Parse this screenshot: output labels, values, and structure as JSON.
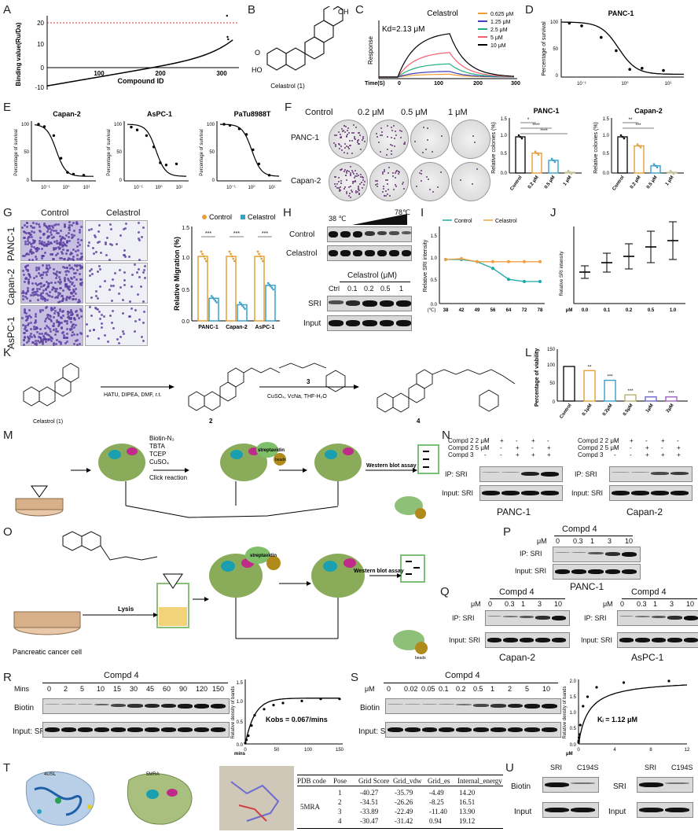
{
  "labels": {
    "A": "A",
    "B": "B",
    "C": "C",
    "D": "D",
    "E": "E",
    "F": "F",
    "G": "G",
    "H": "H",
    "I": "I",
    "J": "J",
    "K": "K",
    "L": "L",
    "M": "M",
    "N": "N",
    "O": "O",
    "P": "P",
    "Q": "Q",
    "R": "R",
    "S": "S",
    "T": "T",
    "U": "U"
  },
  "panelA": {
    "ylabel": "Binding value(Ru/Da)",
    "xlabel": "Compound ID",
    "yticks": [
      "20",
      "10",
      "0",
      "-10"
    ],
    "xticks": [
      "100",
      "200",
      "300"
    ]
  },
  "panelB": {
    "caption": "Celastrol (1)",
    "oh": "OH",
    "o": "O",
    "ho": "HO"
  },
  "panelC": {
    "title": "Celastrol",
    "kd": "Kd=2.13 μM",
    "ylabel": "Response",
    "xlabel": "Time(S)",
    "xticks": [
      "0",
      "100",
      "200",
      "300"
    ],
    "legend": [
      "0.625 μM",
      "1.25 μM",
      "2.5 μM",
      "5 μM",
      "10 μM"
    ],
    "colors": [
      "#f0a030",
      "#4040c0",
      "#20b080",
      "#f06070",
      "#000000"
    ]
  },
  "panelD": {
    "title": "PANC-1",
    "ylabel": "Percentage of survival",
    "yticks": [
      "100",
      "50",
      "0"
    ],
    "xticks": [
      "10⁻¹",
      "10⁰",
      "10¹"
    ]
  },
  "panelE": {
    "titles": [
      "Capan-2",
      "AsPC-1",
      "PaTu8988T"
    ],
    "ylabel": "Percentage of survival",
    "yticks": [
      "100",
      "50",
      "0"
    ],
    "xticks": [
      "10⁻¹",
      "10⁰",
      "10¹"
    ]
  },
  "panelF": {
    "cols": [
      "Control",
      "0.2 μM",
      "0.5 μM",
      "1 μM"
    ],
    "rows": [
      "PANC-1",
      "Capan-2"
    ],
    "chart1": {
      "title": "PANC-1",
      "ylabel": "Relative colonies (%)",
      "cats": [
        "Control",
        "0.2 μM",
        "0.5 μM",
        "1 μM"
      ],
      "sig": [
        "*",
        "****",
        "****"
      ]
    },
    "chart2": {
      "title": "Capan-2",
      "ylabel": "Relative colonies (%)",
      "cats": [
        "Control",
        "0.2 μM",
        "0.5 μM",
        "1 μM"
      ],
      "sig": [
        "**",
        "***"
      ]
    },
    "yticks": [
      "1.5",
      "1.0",
      "0.5",
      "0.0"
    ]
  },
  "panelG": {
    "cols": [
      "Control",
      "Celastrol"
    ],
    "rows": [
      "PANC-1",
      "Capan-2",
      "AsPC-1"
    ],
    "legend": [
      "Control",
      "Celastrol"
    ],
    "ylabel": "Relative Migration (%)",
    "cats": [
      "PANC-1",
      "Capan-2",
      "AsPC-1"
    ],
    "sig": [
      "***",
      "***",
      "***"
    ],
    "yticks": [
      "1.5",
      "1.0",
      "0.5",
      "0.0"
    ]
  },
  "panelH": {
    "temp_low": "38 ℃",
    "temp_high": "78℃",
    "rows_top": [
      "Control",
      "Celastrol"
    ],
    "conc_title": "Celastrol (μM)",
    "conc": [
      "Ctrl",
      "0.1",
      "0.2",
      "0.5",
      "1"
    ],
    "rows_bottom": [
      "SRI",
      "Input"
    ]
  },
  "panelI": {
    "legend": [
      "Control",
      "Celastrol"
    ],
    "ylabel": "Relative SRI intensity",
    "xticks": [
      "38",
      "42",
      "49",
      "56",
      "64",
      "72",
      "78"
    ],
    "xunit": "(℃)",
    "yticks": [
      "1.5",
      "1.0",
      "0.5",
      "0.0"
    ]
  },
  "panelJ": {
    "ylabel": "Relative SRI intensity",
    "xticks": [
      "0.0",
      "0.1",
      "0.2",
      "0.5",
      "1.0"
    ],
    "xunit": "μM"
  },
  "panelK": {
    "reagent1": "HATU, DIPEA, DMF, r.t.",
    "reagent2": "CuSO₄, VcNa, THF-H₂O",
    "cmp1": "Celastrol (1)",
    "cmp2": "2",
    "cmp3": "3",
    "cmp4": "4"
  },
  "panelL": {
    "ylabel": "Percentage of viability",
    "cats": [
      "Control",
      "0.1μM",
      "0.2μM",
      "0.5μM",
      "1μM",
      "2μM"
    ],
    "sig": [
      "**",
      "***",
      "***",
      "***",
      "***"
    ],
    "yticks": [
      "150",
      "100",
      "50",
      "0"
    ]
  },
  "panelM": {
    "reagents": [
      "Biotin-N₃",
      "TBTA",
      "TCEP",
      "CuSO₄"
    ],
    "click": "Click reaction",
    "strep": "streptavidin",
    "beads": "beads",
    "wb": "Western blot assay"
  },
  "panelN": {
    "rows_left": [
      "Compd 2 2 μM",
      "Compd 2 5 μM",
      "Compd 3"
    ],
    "rows_right": [
      "Compd 2 2 μM",
      "Compd 2 5 μM",
      "Compd 3"
    ],
    "blot": [
      "IP: SRI",
      "Input: SRI"
    ],
    "cells": [
      "PANC-1",
      "Capan-2"
    ]
  },
  "panelO": {
    "lysis": "Lysis",
    "cell": "Pancreatic cancer cell",
    "strep": "streptavidin",
    "wb": "Western blot assay",
    "beads": "beads"
  },
  "panelP": {
    "title": "Compd 4",
    "unit": "μM",
    "conc": [
      "0",
      "0.3",
      "1",
      "3",
      "10"
    ],
    "blot": [
      "IP: SRI",
      "Input: SRI"
    ],
    "cell": "PANC-1"
  },
  "panelQ": {
    "title": "Compd 4",
    "unit": "μM",
    "conc": [
      "0",
      "0.3",
      "1",
      "3",
      "10"
    ],
    "blot": [
      "IP: SRI",
      "Input: SRI"
    ],
    "cells": [
      "Capan-2",
      "AsPC-1"
    ]
  },
  "panelR": {
    "title": "Compd 4",
    "unit": "Mins",
    "times": [
      "0",
      "2",
      "5",
      "10",
      "15",
      "30",
      "45",
      "60",
      "90",
      "120",
      "150"
    ],
    "rows": [
      "Biotin",
      "Input: SRI"
    ],
    "kobs": "Kobs = 0.067/mins",
    "ylabel": "Relative density of bands",
    "xlabel": "mins",
    "xticks": [
      "0",
      "50",
      "100",
      "150"
    ],
    "yticks": [
      "1.5",
      "1.0",
      "0.5",
      "0.0"
    ]
  },
  "panelS": {
    "title": "Compd 4",
    "unit": "μM",
    "conc": [
      "0",
      "0.02",
      "0.05",
      "0.1",
      "0.2",
      "0.5",
      "1",
      "2",
      "5",
      "10"
    ],
    "rows": [
      "Biotin",
      "Input: SRI"
    ],
    "ki": "Kᵢ = 1.12 μM",
    "ylabel": "Relative density of bands",
    "xlabel": "μM",
    "xticks": [
      "0",
      "4",
      "8",
      "12"
    ],
    "yticks": [
      "2.0",
      "1.5",
      "1.0",
      "0.5",
      "0.0"
    ]
  },
  "panelT": {
    "struct1": "4USL",
    "struct2": "5MRA",
    "table": {
      "headers": [
        "PDB code",
        "Pose",
        "Grid Score",
        "Grid_vdw",
        "Grid_es",
        "Internal_energy"
      ],
      "code": "5MRA",
      "rows": [
        [
          "1",
          "-40.27",
          "-35.79",
          "-4.49",
          "14.20"
        ],
        [
          "2",
          "-34.51",
          "-26.26",
          "-8.25",
          "16.51"
        ],
        [
          "3",
          "-33.89",
          "-22.49",
          "-11.40",
          "13.90"
        ],
        [
          "4",
          "-30.47",
          "-31.42",
          "0.94",
          "19.12"
        ]
      ]
    }
  },
  "panelU": {
    "cols": [
      "SRI",
      "C194S"
    ],
    "rows_left": [
      "Biotin",
      "Input"
    ],
    "rows_right": [
      "SRI",
      "Input"
    ]
  },
  "chart_data": [
    {
      "type": "scatter",
      "title": "",
      "xlabel": "Compound ID",
      "ylabel": "Binding value(Ru/Da)",
      "xlim": [
        0,
        320
      ],
      "ylim": [
        -10,
        25
      ],
      "note": "sorted binding values of ~310 compounds, threshold line at 20"
    },
    {
      "type": "line",
      "title": "Celastrol",
      "xlabel": "Time(S)",
      "ylabel": "Response",
      "x": [
        0,
        120,
        240
      ],
      "series": [
        {
          "name": "0.625 μM",
          "peak": 0.3
        },
        {
          "name": "1.25 μM",
          "peak": 0.6
        },
        {
          "name": "2.5 μM",
          "peak": 1.4
        },
        {
          "name": "5 μM",
          "peak": 2.6
        },
        {
          "name": "10 μM",
          "peak": 4.6
        }
      ]
    },
    {
      "type": "scatter",
      "title": "PANC-1",
      "xlabel": "",
      "ylabel": "Percentage of survival",
      "x": [
        0.1,
        0.2,
        0.5,
        1,
        2,
        5,
        10
      ],
      "values": [
        98,
        93,
        70,
        45,
        12,
        15,
        10
      ]
    },
    {
      "type": "bar",
      "title": "PANC-1",
      "ylabel": "Relative colonies (%)",
      "categories": [
        "Control",
        "0.2 μM",
        "0.5 μM",
        "1 μM"
      ],
      "values": [
        1.0,
        0.55,
        0.35,
        0.02
      ],
      "ylim": [
        0,
        1.5
      ]
    },
    {
      "type": "bar",
      "title": "Capan-2",
      "ylabel": "Relative colonies (%)",
      "categories": [
        "Control",
        "0.2 μM",
        "0.5 μM",
        "1 μM"
      ],
      "values": [
        1.0,
        0.75,
        0.2,
        0.02
      ],
      "ylim": [
        0,
        1.5
      ]
    },
    {
      "type": "bar",
      "title": "",
      "ylabel": "Relative Migration (%)",
      "categories": [
        "PANC-1",
        "Capan-2",
        "AsPC-1"
      ],
      "series": [
        {
          "name": "Control",
          "values": [
            1.0,
            1.0,
            1.0
          ]
        },
        {
          "name": "Celastrol",
          "values": [
            0.35,
            0.25,
            0.55
          ]
        }
      ],
      "ylim": [
        0,
        1.5
      ]
    },
    {
      "type": "line",
      "title": "",
      "ylabel": "Relative SRI intensity",
      "categories": [
        "38",
        "42",
        "49",
        "56",
        "64",
        "72",
        "78"
      ],
      "series": [
        {
          "name": "Control",
          "values": [
            1.0,
            1.0,
            0.95,
            0.8,
            0.55,
            0.5,
            0.5
          ]
        },
        {
          "name": "Celastrol",
          "values": [
            1.0,
            1.02,
            0.95,
            0.95,
            0.95,
            0.95,
            0.95
          ]
        }
      ],
      "ylim": [
        0,
        1.5
      ]
    },
    {
      "type": "scatter",
      "title": "",
      "ylabel": "Relative SRI intensity",
      "categories": [
        "0.0",
        "0.1",
        "0.2",
        "0.5",
        "1.0"
      ],
      "values": [
        1.0,
        1.3,
        1.5,
        1.8,
        2.0
      ]
    },
    {
      "type": "bar",
      "title": "",
      "ylabel": "Percentage of viability",
      "categories": [
        "Control",
        "0.1μM",
        "0.2μM",
        "0.5μM",
        "1μM",
        "2μM"
      ],
      "values": [
        100,
        88,
        60,
        18,
        12,
        12
      ],
      "ylim": [
        0,
        150
      ]
    },
    {
      "type": "scatter",
      "title": "",
      "xlabel": "mins",
      "ylabel": "Relative density of bands",
      "x": [
        0,
        2,
        5,
        10,
        15,
        30,
        45,
        60,
        90,
        120,
        150
      ],
      "values": [
        0.02,
        0.1,
        0.2,
        0.45,
        0.7,
        0.85,
        0.95,
        1.0,
        1.05,
        1.1,
        1.1
      ],
      "ylim": [
        0,
        1.5
      ]
    },
    {
      "type": "scatter",
      "title": "",
      "xlabel": "μM",
      "ylabel": "Relative density of bands",
      "x": [
        0,
        0.02,
        0.05,
        0.1,
        0.2,
        0.5,
        1,
        2,
        5,
        10
      ],
      "values": [
        0.05,
        0.1,
        0.2,
        0.3,
        0.6,
        1.2,
        1.5,
        1.8,
        1.95,
        2.0
      ],
      "ylim": [
        0,
        2.0
      ]
    }
  ]
}
